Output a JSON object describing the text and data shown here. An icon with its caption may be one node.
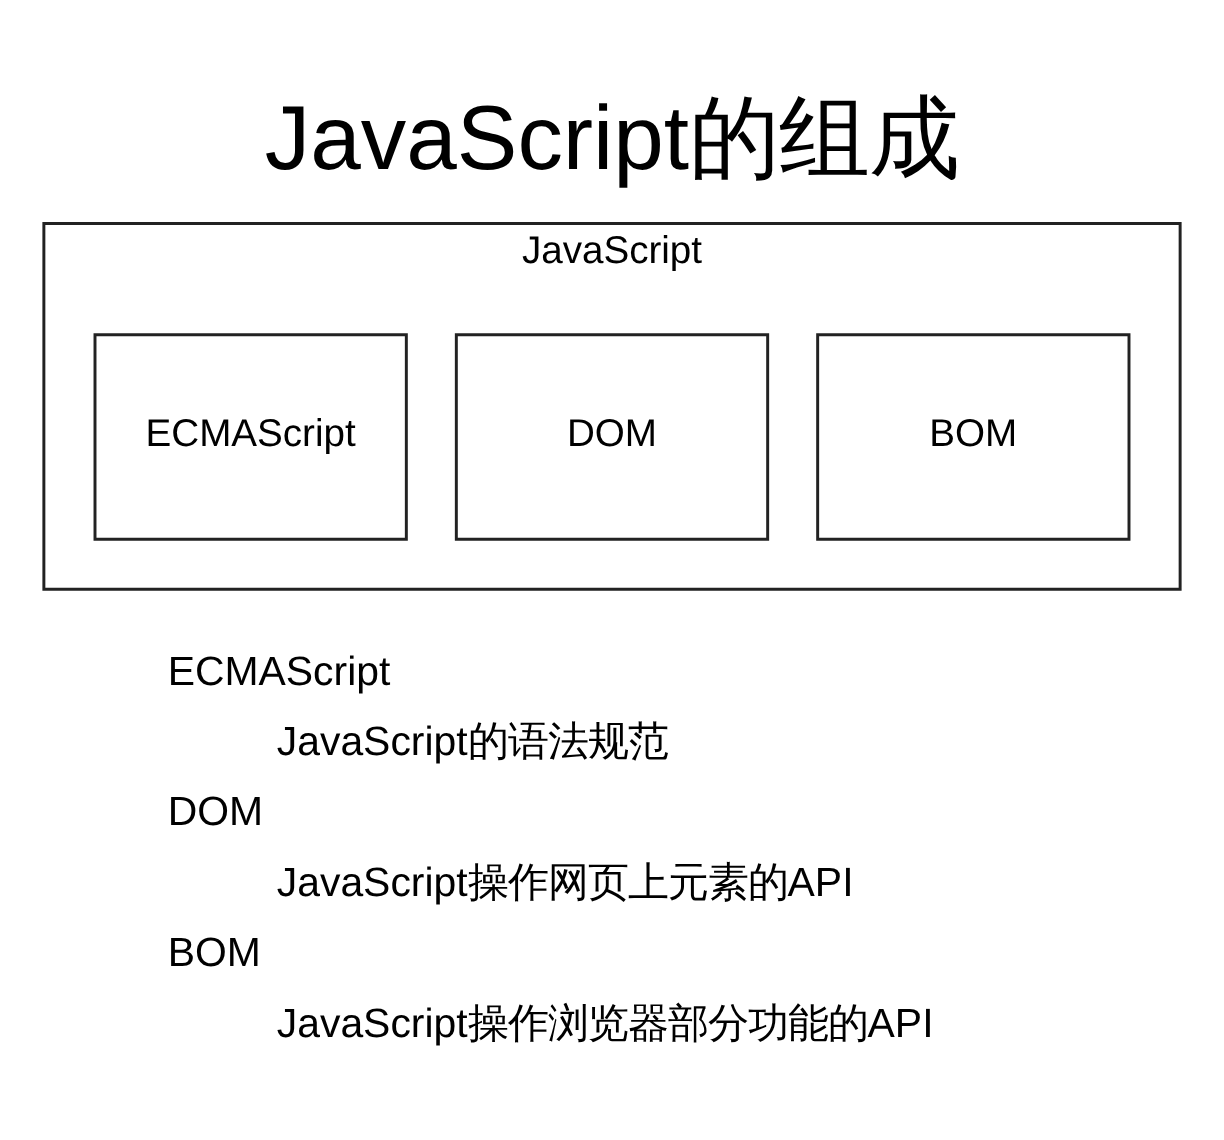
{
  "diagram": {
    "title": "JavaScript的组成",
    "nodes": [
      {
        "text": [
          "JavaScript"
        ]
      },
      {
        "text": [
          "ECMAScript"
        ],
        "in": 0
      },
      {
        "text": [
          "DOM"
        ],
        "in": 0
      },
      {
        "text": [
          "BOM"
        ],
        "in": 0
      }
    ],
    "labels": [
      "ECMAScript",
      "JavaScript的语法规范",
      "DOM",
      "JavaScript操作网页上元素的API",
      "BOM",
      "JavaScript操作浏览器部分功能的API"
    ]
  }
}
